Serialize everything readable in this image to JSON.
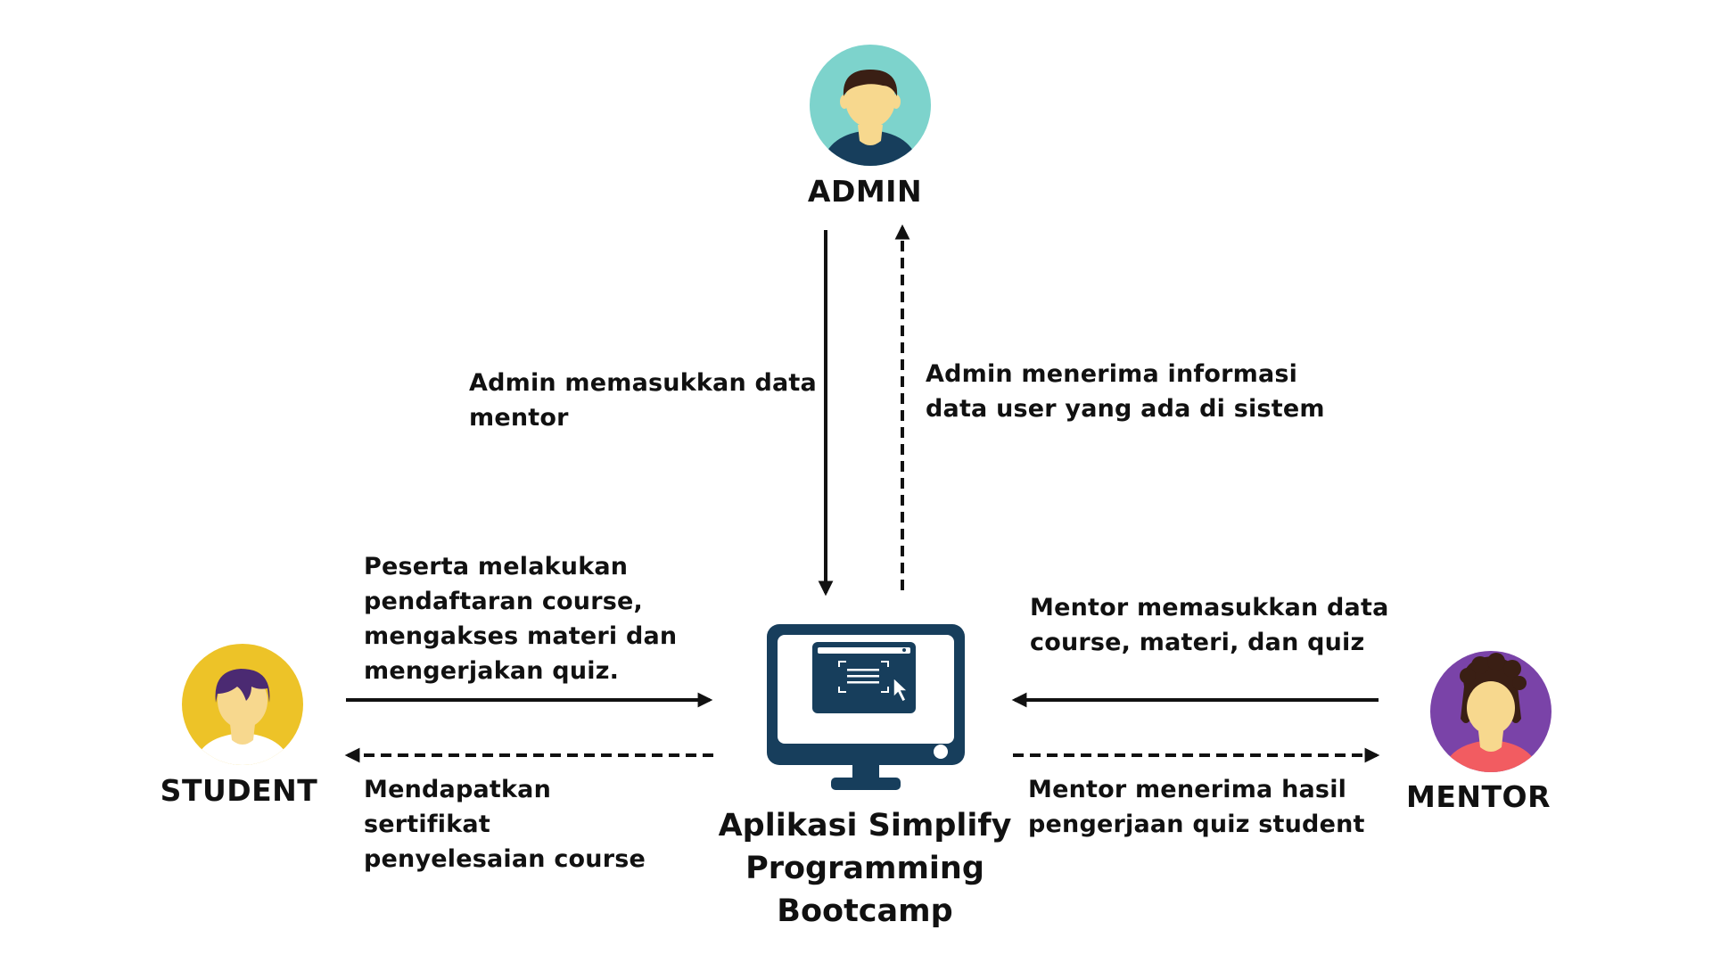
{
  "actors": {
    "admin": {
      "label": "ADMIN",
      "bg_color": "#7DD3CC",
      "shirt_color": "#173E5C",
      "hair_color": "#3A1F14"
    },
    "student": {
      "label": "STUDENT",
      "bg_color": "#EDC328",
      "shirt_color": "#FFFFFF",
      "hair_color": "#4B2A72"
    },
    "mentor": {
      "label": "MENTOR",
      "bg_color": "#7A43A8",
      "shirt_color": "#F25C61",
      "hair_color": "#3A1F14"
    }
  },
  "app": {
    "title_lines": [
      "Aplikasi Simplify",
      "Programming",
      "Bootcamp"
    ],
    "monitor_color": "#173E5C",
    "icon": "computer-monitor-icon"
  },
  "flows": {
    "admin_to_app": {
      "lines": [
        "Admin memasukkan data",
        "mentor"
      ],
      "style": "solid"
    },
    "app_to_admin": {
      "lines": [
        "Admin menerima informasi",
        "data user yang ada di sistem"
      ],
      "style": "dashed"
    },
    "student_to_app": {
      "lines": [
        "Peserta melakukan",
        "pendaftaran course,",
        "mengakses materi dan",
        "mengerjakan quiz."
      ],
      "style": "solid"
    },
    "app_to_student": {
      "lines": [
        "Mendapatkan",
        "sertifikat",
        "penyelesaian course"
      ],
      "style": "dashed"
    },
    "mentor_to_app": {
      "lines": [
        "Mentor memasukkan data",
        "course, materi, dan quiz"
      ],
      "style": "solid"
    },
    "app_to_mentor": {
      "lines": [
        "Mentor menerima hasil",
        "pengerjaan quiz student"
      ],
      "style": "dashed"
    }
  },
  "colors": {
    "arrow": "#111111",
    "skin": "#F7D88E",
    "text": "#111111"
  }
}
